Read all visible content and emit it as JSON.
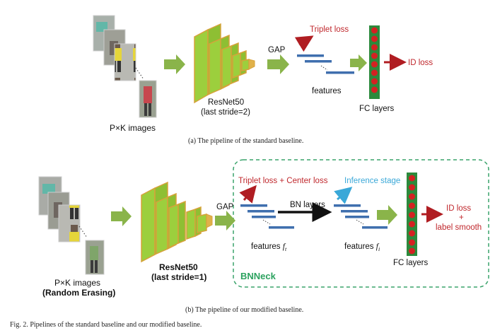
{
  "top": {
    "images_label": "P×K images",
    "backbone_label": "ResNet50",
    "backbone_sub": "(last stride=2)",
    "gap_label": "GAP",
    "triplet_label": "Triplet loss",
    "features_label": "features",
    "fc_label": "FC layers",
    "id_loss_label": "ID loss",
    "caption": "(a) The pipeline of the standard baseline."
  },
  "bottom": {
    "images_label": "P×K images",
    "images_sub": "(Random Erasing)",
    "backbone_label": "ResNet50",
    "backbone_sub": "(last stride=1)",
    "gap_label": "GAP",
    "triplet_center_label": "Triplet loss + Center loss",
    "bn_label": "BN layers",
    "inference_label": "Inference stage",
    "features_t_label": "features",
    "features_t_var": "f",
    "features_t_sub": "t",
    "features_i_label": "features",
    "features_i_var": "f",
    "features_i_sub": "i",
    "fc_label": "FC layers",
    "id_loss_label": "ID loss",
    "plus_label": "+",
    "label_smooth_label": "label smooth",
    "bnneck_label": "BNNeck",
    "caption": "(b) The pipeline of our modified baseline."
  },
  "figure_caption": "Fig. 2.  Pipelines of the standard baseline and our modified baseline.",
  "colors": {
    "green_arrow": "#8ab44a",
    "resnet_fill": "#9ccf3d",
    "resnet_edge": "#d7a23a",
    "blue_bar": "#3f6fae",
    "red_arrow": "#b01d22",
    "cyan_arrow": "#3aa8d8",
    "fc_green": "#2c8a3c",
    "fc_red": "#d42222",
    "bnneck_text": "#2ca25f",
    "bnneck_border": "#3aa36b"
  }
}
